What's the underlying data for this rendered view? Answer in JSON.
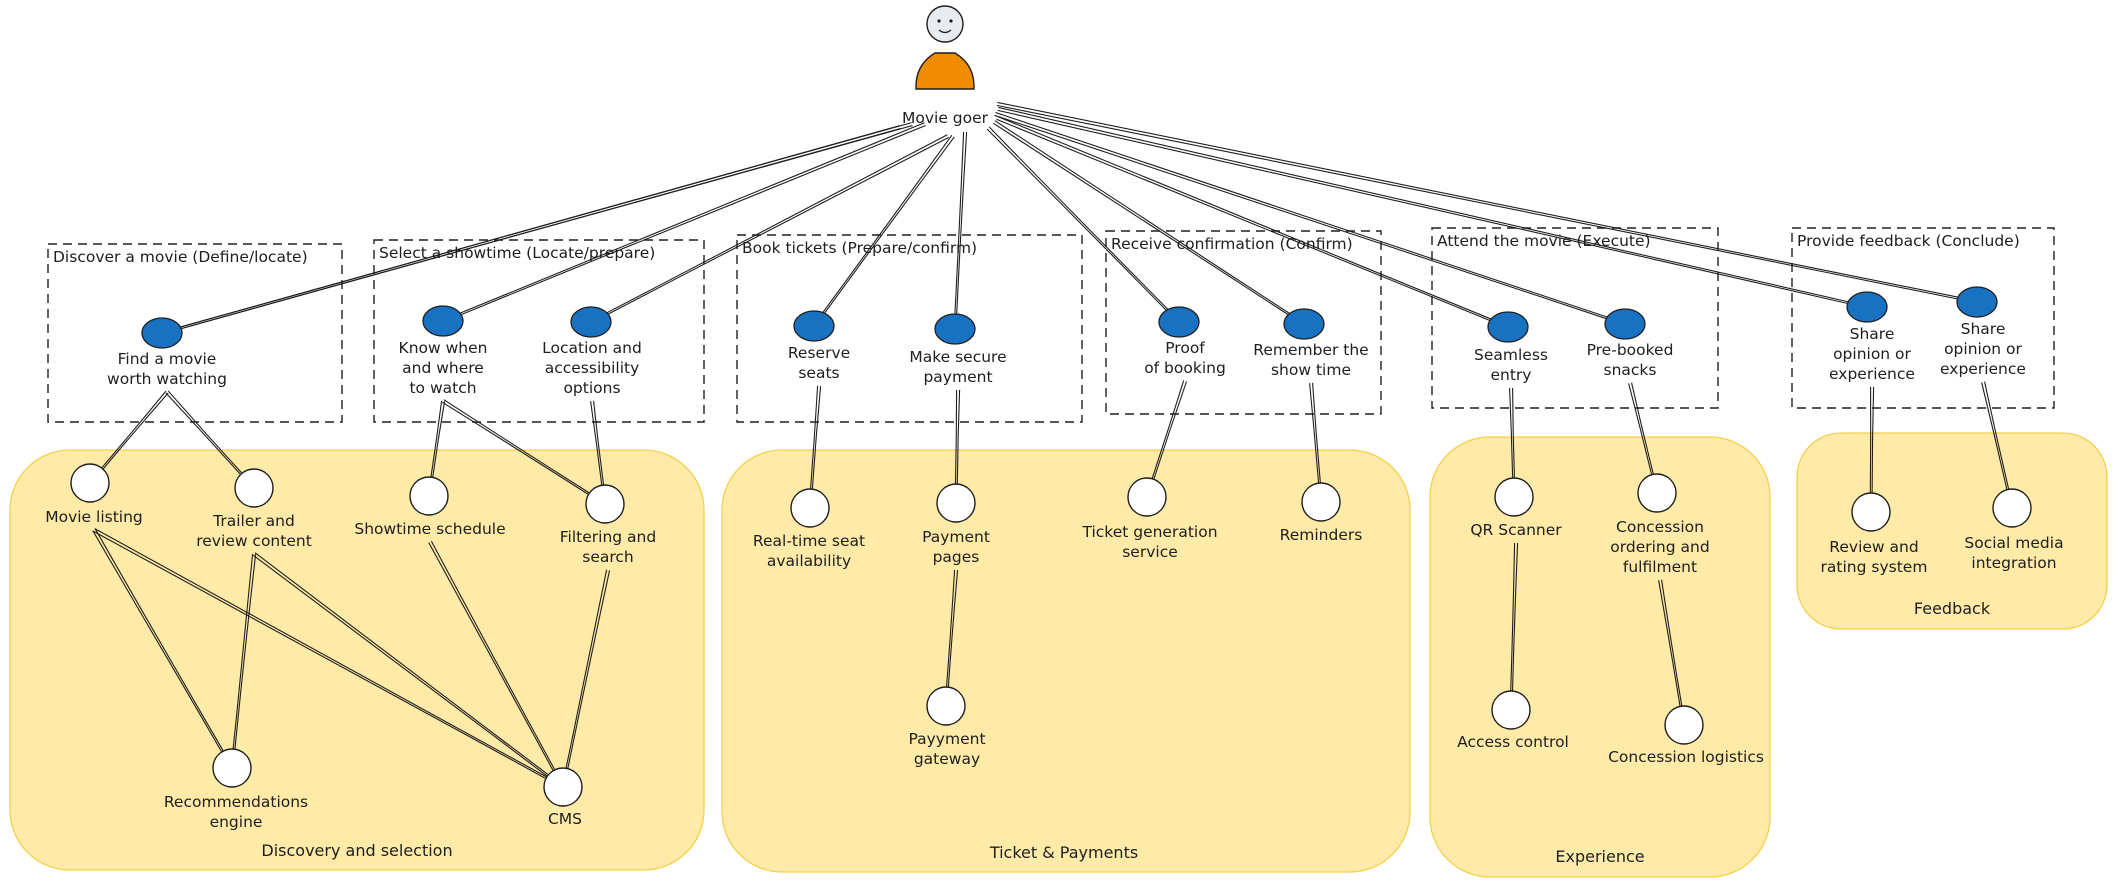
{
  "actor": {
    "label": "Movie goer",
    "body_color": "#f08c00"
  },
  "colors": {
    "need": "#1971c2",
    "cluster": "#ffeaa8",
    "cluster_border": "#f5cf4c"
  },
  "stages": [
    {
      "title": "Discover a movie (Define/locate)",
      "needs": [
        {
          "lines": [
            "Find a movie",
            "worth watching"
          ]
        }
      ]
    },
    {
      "title": "Select a showtime (Locate/prepare)",
      "needs": [
        {
          "lines": [
            "Know when",
            "and where",
            "to watch"
          ]
        },
        {
          "lines": [
            "Location and",
            "accessibility",
            "options"
          ]
        }
      ]
    },
    {
      "title": "Book tickets (Prepare/confirm)",
      "needs": [
        {
          "lines": [
            "Reserve",
            "seats"
          ]
        },
        {
          "lines": [
            "Make secure",
            "payment"
          ]
        }
      ]
    },
    {
      "title": "Receive confirmation (Confirm)",
      "needs": [
        {
          "lines": [
            "Proof",
            "of booking"
          ]
        },
        {
          "lines": [
            "Remember the",
            "show time"
          ]
        }
      ]
    },
    {
      "title": "Attend the movie (Execute)",
      "needs": [
        {
          "lines": [
            "Seamless",
            "entry"
          ]
        },
        {
          "lines": [
            "Pre-booked",
            "snacks"
          ]
        }
      ]
    },
    {
      "title": "Provide feedback (Conclude)",
      "needs": [
        {
          "lines": [
            "Share",
            "opinion or",
            "experience"
          ]
        },
        {
          "lines": [
            "Share",
            "opinion or",
            "experience"
          ]
        }
      ]
    }
  ],
  "clusters": [
    {
      "title": "Discovery and selection",
      "capabilities": [
        {
          "lines": [
            "Movie listing"
          ]
        },
        {
          "lines": [
            "Trailer and",
            "review content"
          ]
        },
        {
          "lines": [
            "Showtime schedule"
          ]
        },
        {
          "lines": [
            "Filtering and",
            "search"
          ]
        },
        {
          "lines": [
            "Recommendations",
            "engine"
          ]
        },
        {
          "lines": [
            "CMS"
          ]
        }
      ]
    },
    {
      "title": "Ticket & Payments",
      "capabilities": [
        {
          "lines": [
            "Real-time seat",
            "availability"
          ]
        },
        {
          "lines": [
            "Payment",
            "pages"
          ]
        },
        {
          "lines": [
            "Ticket generation",
            "service"
          ]
        },
        {
          "lines": [
            "Reminders"
          ]
        },
        {
          "lines": [
            "Payyment",
            "gateway"
          ]
        }
      ]
    },
    {
      "title": "Experience",
      "capabilities": [
        {
          "lines": [
            "QR Scanner"
          ]
        },
        {
          "lines": [
            "Concession",
            "ordering and",
            "fulfilment"
          ]
        },
        {
          "lines": [
            "Access control"
          ]
        },
        {
          "lines": [
            "Concession logistics"
          ]
        }
      ]
    },
    {
      "title": "Feedback",
      "capabilities": [
        {
          "lines": [
            "Review and",
            "rating system"
          ]
        },
        {
          "lines": [
            "Social media",
            "integration"
          ]
        }
      ]
    }
  ]
}
